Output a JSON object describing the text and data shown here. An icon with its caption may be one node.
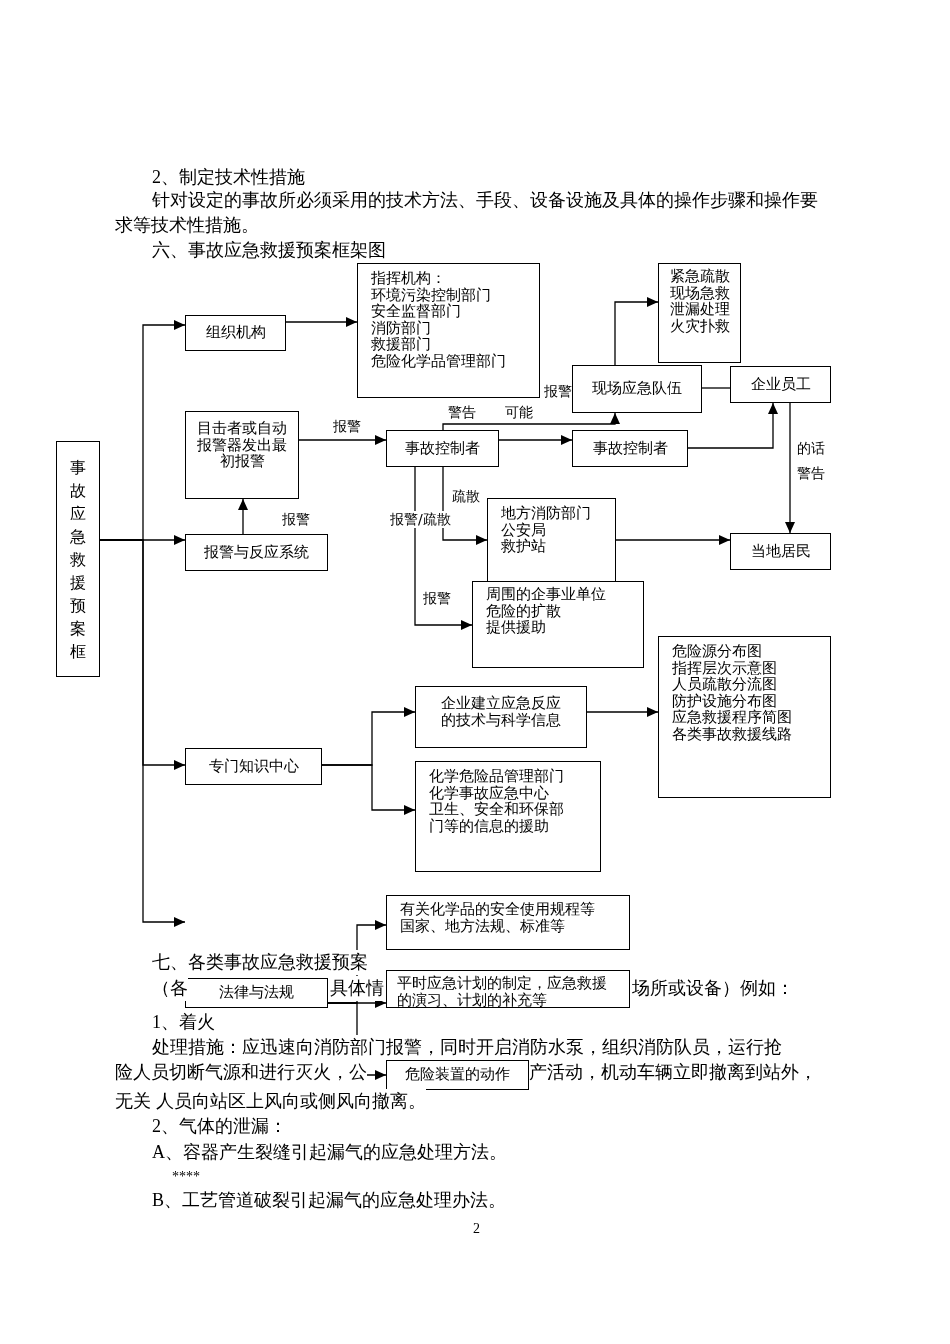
{
  "diagram": {
    "title": "六、事故应急救援预案框架图",
    "nodes": [
      {
        "text": [
          "事故应急救援预案框"
        ]
      },
      {
        "text": [
          "组织机构"
        ]
      },
      {
        "text": [
          "指挥机构：",
          "环境污染控制部门",
          "安全监督部门",
          "消防部门",
          "救援部门",
          "危险化学品管理部门"
        ]
      },
      {
        "text": [
          "目击者或自动报警器发出最初报警"
        ]
      },
      {
        "text": [
          "报警与反应系统"
        ]
      },
      {
        "text": [
          "事故控制者"
        ]
      },
      {
        "text": [
          "现场应急队伍"
        ]
      },
      {
        "text": [
          "紧急疏散",
          "现场急救",
          "泄漏处理",
          "火灾扑救"
        ]
      },
      {
        "text": [
          "企业员工"
        ]
      },
      {
        "text": [
          "事故控制者"
        ]
      },
      {
        "text": [
          "地方消防部门",
          "公安局",
          "救护站"
        ]
      },
      {
        "text": [
          "当地居民"
        ]
      },
      {
        "text": [
          "周围的企事业单位",
          "危险的扩散",
          "提供援助"
        ]
      },
      {
        "text": [
          "专门知识中心"
        ]
      },
      {
        "text": [
          "企业建立应急反应的技术与科学信息"
        ]
      },
      {
        "text": [
          "危险源分布图",
          "指挥层次示意图",
          "人员疏散分流图",
          "防护设施分布图",
          "应急救援程序简图",
          "各类事故救援线路"
        ]
      },
      {
        "text": [
          "化学危险品管理部门",
          "化学事故应急中心",
          "卫生、安全和环保部门等的信息的援助"
        ]
      },
      {
        "text": [
          "有关化学品的安全使用规程等",
          "国家、地方法规、标准等"
        ]
      },
      {
        "text": [
          "法律与法规"
        ]
      },
      {
        "text": [
          "平时应急计划的制定，应急救援的演习、计划的补充等"
        ]
      },
      {
        "text": [
          "危险装置的动作"
        ]
      }
    ],
    "edges": [
      {
        "from": 0,
        "to": 1,
        "arrow": "to"
      },
      {
        "from": 0,
        "to": 4,
        "arrow": "to"
      },
      {
        "from": 0,
        "to": 13,
        "arrow": "to"
      },
      {
        "from": 0,
        "to": null,
        "arrow": "to"
      },
      {
        "from": 1,
        "to": 2,
        "arrow": "to"
      },
      {
        "from": 4,
        "to": 3,
        "arrow": "to",
        "label": "报警"
      },
      {
        "from": 3,
        "to": 5,
        "arrow": "to",
        "label": "报警"
      },
      {
        "from": 5,
        "to": 9,
        "arrow": "to"
      },
      {
        "from": 5,
        "to": 6,
        "arrow": "to",
        "label": "可能"
      },
      {
        "from": 6,
        "to": 7,
        "arrow": "to"
      },
      {
        "from": 6,
        "to": 8,
        "arrow": "none"
      },
      {
        "from": 9,
        "to": 8,
        "arrow": "to"
      },
      {
        "from": 8,
        "to": 11,
        "arrow": "to"
      },
      {
        "from": 10,
        "to": 11,
        "arrow": "to"
      },
      {
        "from": 5,
        "to": 10,
        "arrow": "to",
        "label": "报警/疏散"
      },
      {
        "from": 5,
        "to": 12,
        "arrow": "to",
        "label": "报警"
      },
      {
        "from": 13,
        "to": 14,
        "arrow": "to"
      },
      {
        "from": 13,
        "to": 16,
        "arrow": "to"
      },
      {
        "from": 14,
        "to": 15,
        "arrow": "to"
      },
      {
        "from": 18,
        "to": 17,
        "arrow": "to"
      },
      {
        "from": 18,
        "to": 19,
        "arrow": "to"
      },
      {
        "from": 18,
        "to": 20,
        "arrow": "to"
      }
    ],
    "labels": [
      "2、制定技术性措施",
      "针对设定的事故所必须采用的技术方法、手段、设备设施及具体的操作步骤和操作要求等技术性措施。",
      "警告",
      "报警",
      "疏散",
      "的话",
      "警告",
      "七、各类事故应急救援预案",
      "（各",
      "具体情",
      "场所或设备）例如：",
      "1、着火",
      "处理措施：应迅速向消防部门报警，同时开启消防水泵，组织消防队员，运行抢",
      "险人员切断气源和进行灭火，公",
      "产活动，机动车辆立即撤离到站外，",
      "无关 人员向站区上风向或侧风向撤离。",
      "2、气体的泄漏：",
      "A、容器产生裂缝引起漏气的应急处理方法。",
      "****",
      "B、工艺管道破裂引起漏气的应急处理办法。",
      "2"
    ]
  }
}
